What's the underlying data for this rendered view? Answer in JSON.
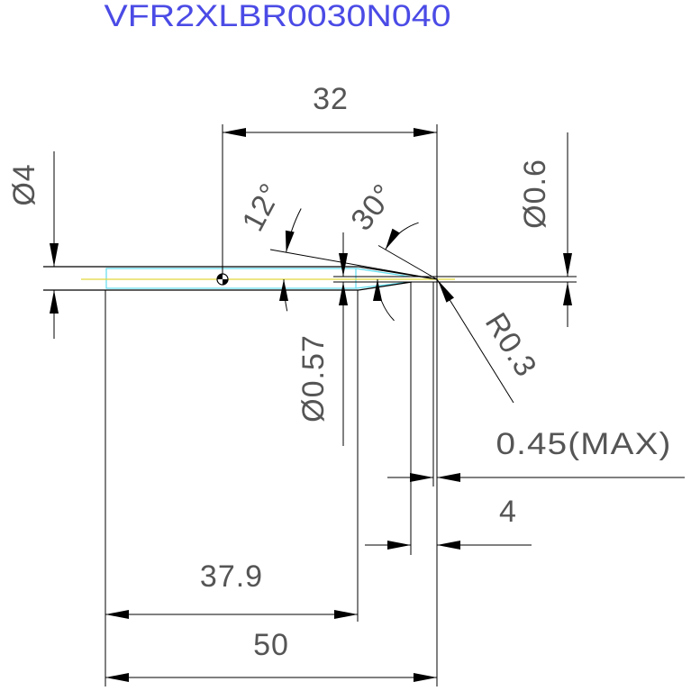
{
  "title": "VFR2XLBR0030N040",
  "dimensions": {
    "dim_32": "32",
    "dia_4": "Ø4",
    "angle_12": "12°",
    "angle_30": "30°",
    "dia_0_6": "Ø0.6",
    "radius_0_3": "R0.3",
    "dia_0_57": "Ø0.57",
    "dim_0_45_max": "0.45(MAX)",
    "dim_4": "4",
    "dim_37_9": "37.9",
    "dim_50": "50"
  },
  "colors": {
    "title": "#4b4be6",
    "outline": "#000000",
    "dimension_text": "#555555",
    "shank_highlight": "#5fdcee",
    "centerline": "#e2d83a"
  }
}
